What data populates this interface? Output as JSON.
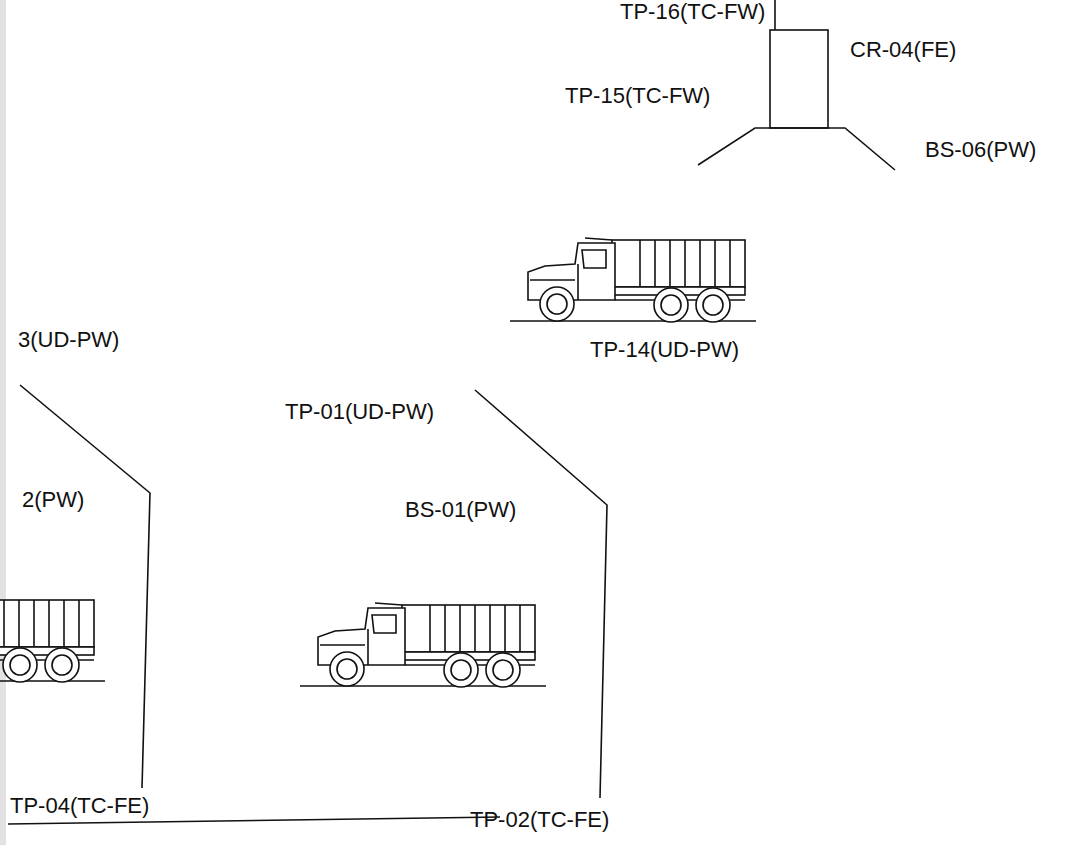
{
  "diagram": {
    "labels": [
      "TP-16(TC-FW)",
      "CR-04(FE)",
      "TP-15(TC-FW)",
      "BS-06(PW)",
      "TP-14(UD-PW)",
      "3(UD-PW)",
      "TP-01(UD-PW)",
      "2(PW)",
      "BS-01(PW)",
      "TP-04(TC-FE)",
      "TP-02(TC-FE)"
    ]
  }
}
